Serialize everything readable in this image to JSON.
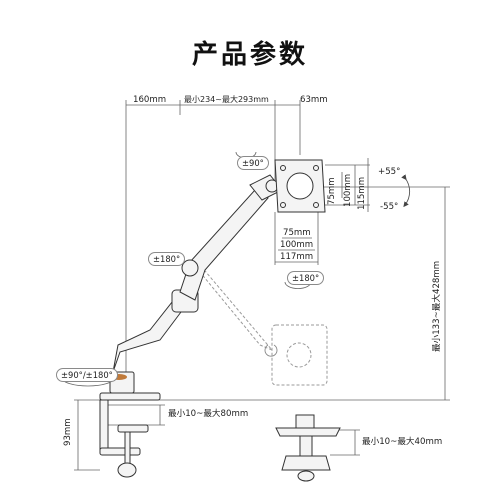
{
  "title": "产品参数",
  "labels": {
    "arm_depth": "160mm",
    "arm_extension": "最小234~最大293mm",
    "head_offset": "63mm",
    "tilt_up": "+55°",
    "tilt_down": "-55°",
    "head_swivel": "±90°",
    "elbow_swivel": "±180°",
    "screen_rotate": "±180°",
    "base_swivel": "±90°/±180°",
    "vesa_75_h": "75mm",
    "vesa_100_h": "100mm",
    "vesa_115_h": "115mm",
    "vesa_75_w": "75mm",
    "vesa_100_w": "100mm",
    "vesa_117_w": "117mm",
    "height_range": "最小133~最大428mm",
    "base_height": "93mm",
    "clamp_range": "最小10~最大80mm",
    "grommet_range": "最小10~最大40mm"
  },
  "icons": {
    "clamp": "c-clamp-icon",
    "grommet": "grommet-mount-icon",
    "arm": "gas-spring-arm-icon",
    "vesa": "vesa-plate-icon"
  },
  "colors": {
    "line": "#3a3a3a",
    "dim": "#555555",
    "arm_fill": "#f4f4f4",
    "dashed": "#9a9a9a"
  }
}
